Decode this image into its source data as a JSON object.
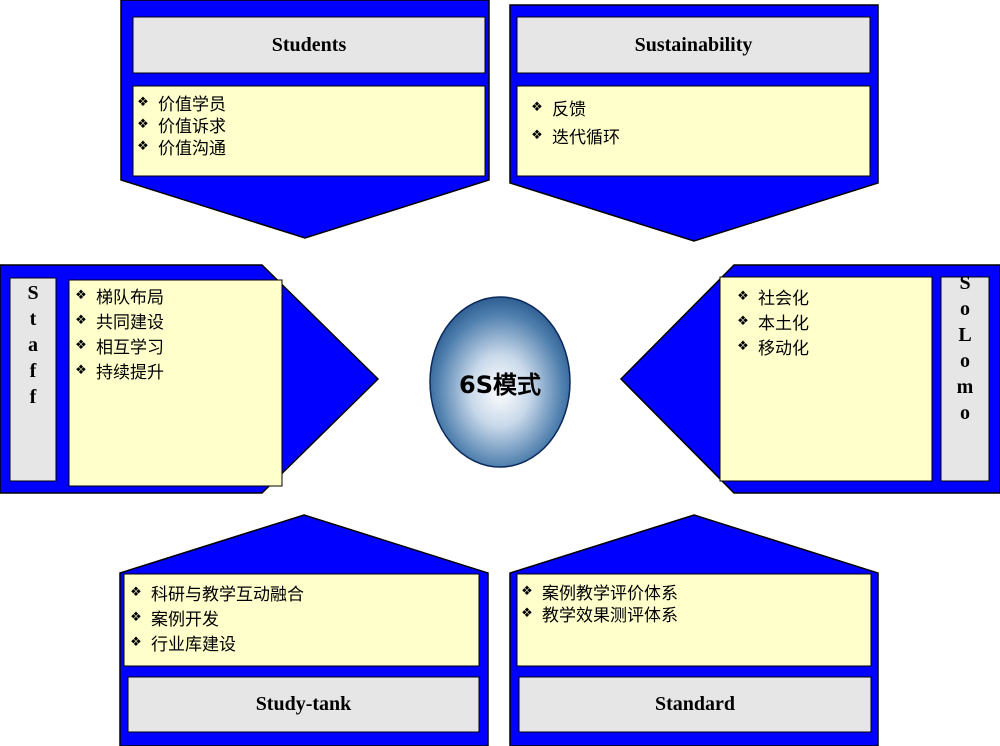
{
  "center": {
    "label": "6S模式"
  },
  "bullet_glyph": "❖",
  "colors": {
    "blue": "#0000FF",
    "title_bg": "#E6E6E6",
    "content_bg": "#FFFFCC",
    "outline": "#000000"
  },
  "top_left": {
    "title": "Students",
    "items": [
      "价值学员",
      "价值诉求",
      "价值沟通"
    ]
  },
  "top_right": {
    "title": "Sustainability",
    "items": [
      "反馈",
      "迭代循环"
    ]
  },
  "left": {
    "title_letters": [
      "S",
      "t",
      "a",
      "f",
      "f"
    ],
    "items": [
      "梯队布局",
      "共同建设",
      "相互学习",
      "持续提升"
    ]
  },
  "right": {
    "title_letters": [
      "S",
      "o",
      "L",
      "o",
      "m",
      "o"
    ],
    "items": [
      "社会化",
      "本土化",
      "移动化"
    ]
  },
  "bottom_left": {
    "title": "Study-tank",
    "items": [
      "科研与教学互动融合",
      "案例开发",
      "行业库建设"
    ]
  },
  "bottom_right": {
    "title": "Standard",
    "items": [
      "案例教学评价体系",
      "教学效果测评体系"
    ]
  }
}
